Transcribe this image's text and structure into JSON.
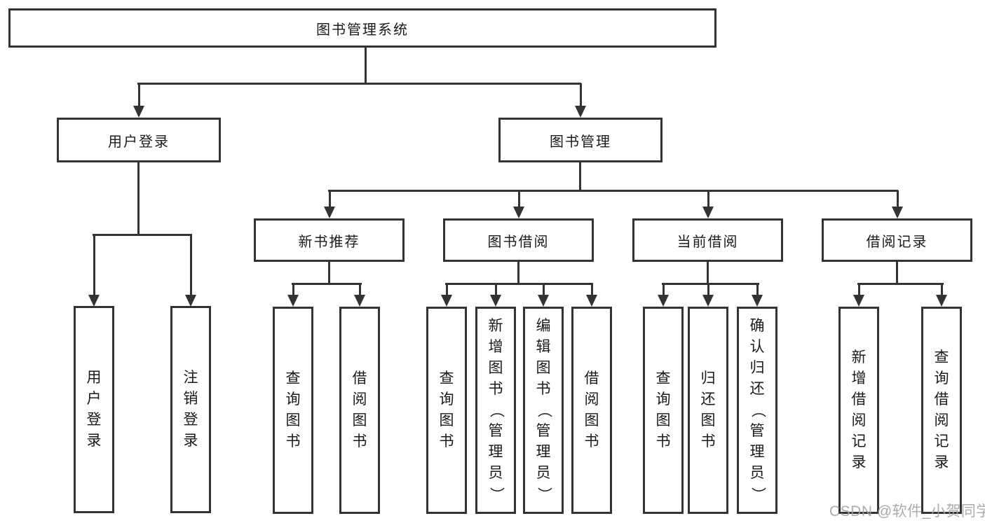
{
  "diagram": {
    "title": "图书管理系统",
    "branches": [
      {
        "label": "用户登录",
        "children": [
          {
            "label": "用户登录"
          },
          {
            "label": "注销登录"
          }
        ]
      },
      {
        "label": "图书管理",
        "children": [
          {
            "label": "新书推荐",
            "children": [
              {
                "label": "查询图书"
              },
              {
                "label": "借阅图书"
              }
            ]
          },
          {
            "label": "图书借阅",
            "children": [
              {
                "label": "查询图书"
              },
              {
                "label": "新增图书（管理员）"
              },
              {
                "label": "编辑图书（管理员）"
              },
              {
                "label": "借阅图书"
              }
            ]
          },
          {
            "label": "当前借阅",
            "children": [
              {
                "label": "查询图书"
              },
              {
                "label": "归还图书"
              },
              {
                "label": "确认归还（管理员）"
              }
            ]
          },
          {
            "label": "借阅记录",
            "children": [
              {
                "label": "新增借阅记录"
              },
              {
                "label": "查询借阅记录"
              }
            ]
          }
        ]
      }
    ]
  },
  "watermark": {
    "text": "CSDN @软件_小贺同学"
  },
  "colors": {
    "line": "#333333",
    "box_border": "#333333",
    "text": "#1a1a1a",
    "background": "#ffffff",
    "watermark": "#a2a2a7"
  }
}
